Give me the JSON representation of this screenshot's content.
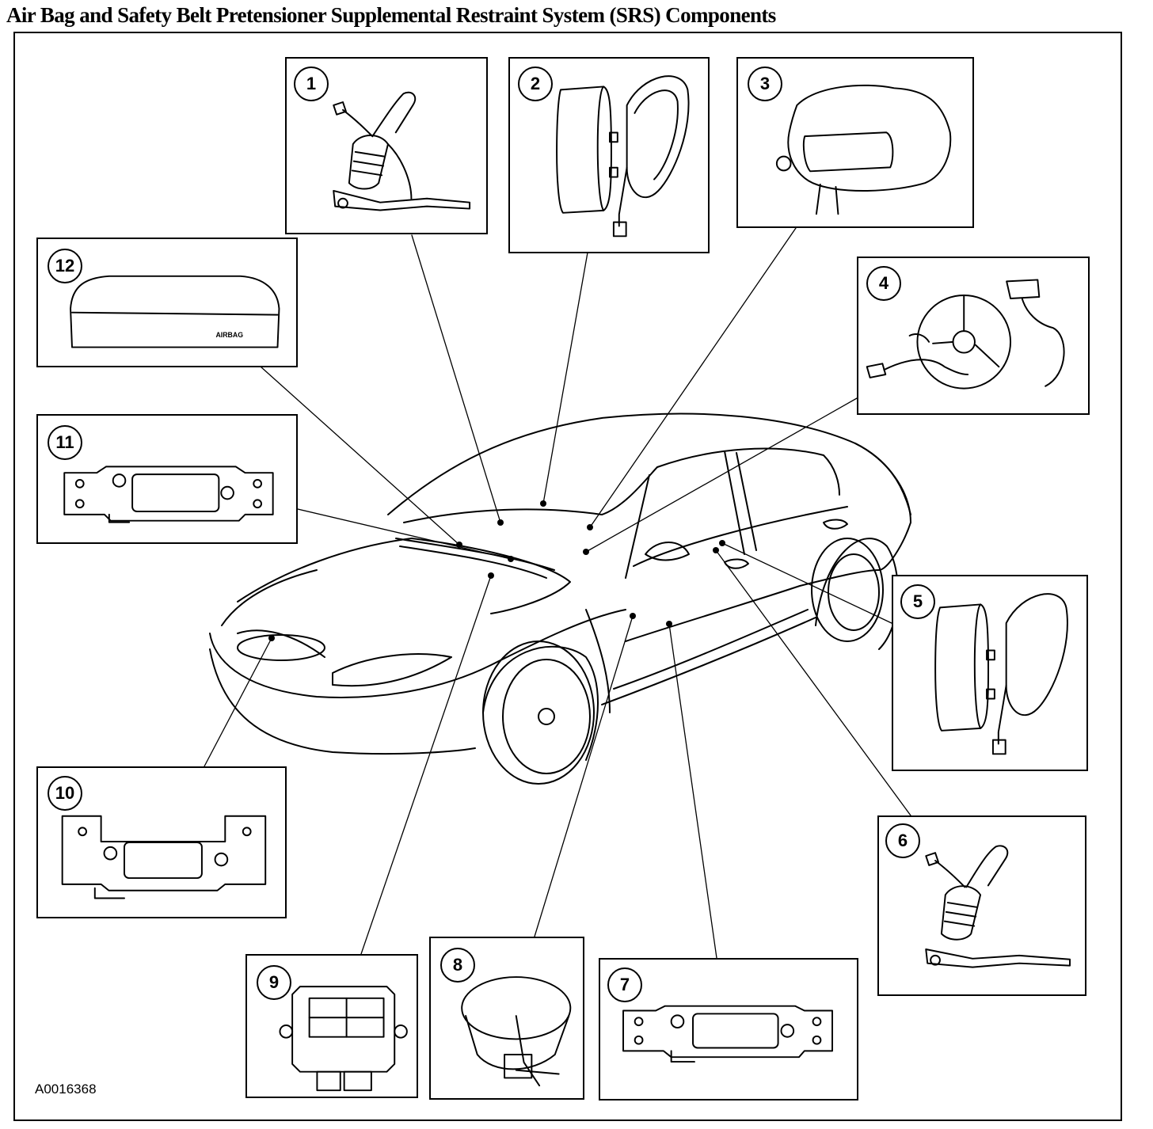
{
  "title": "Air Bag and Safety Belt Pretensioner Supplemental Restraint System (SRS) Components",
  "figure_id": "A0016368",
  "airbag_cover_text": "AIRBAG",
  "callouts": [
    "1",
    "2",
    "3",
    "4",
    "5",
    "6",
    "7",
    "8",
    "9",
    "10",
    "11",
    "12"
  ]
}
